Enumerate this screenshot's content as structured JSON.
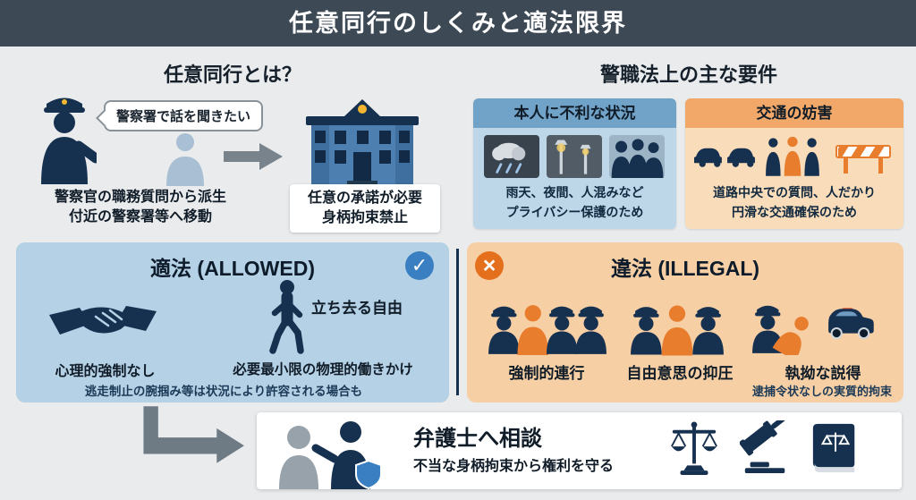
{
  "header": {
    "title": "任意同行のしくみと適法限界"
  },
  "intro": {
    "title": "任意同行とは？",
    "speech_bubble": "警察署で話を聞きたい",
    "desc_line1": "警察官の職務質問から派生",
    "desc_line2": "付近の警察署等へ移動",
    "consent_line1": "任意の承諾が必要",
    "consent_line2": "身柄拘束禁止"
  },
  "requirements": {
    "title": "警職法上の主な要件",
    "cards": [
      {
        "title": "本人に不利な状況",
        "line1": "雨天、夜間、人混みなど",
        "line2": "プライバシー保護のため"
      },
      {
        "title": "交通の妨害",
        "line1": "道路中央での質問、人だかり",
        "line2": "円滑な交通確保のため"
      }
    ]
  },
  "allowed": {
    "title": "適法 (ALLOWED)",
    "item_psych": "心理的強制なし",
    "item_leave": "立ち去る自由",
    "item_minimal": "必要最小限の物理的働きかけ",
    "note": "逃走制止の腕掴み等は状況により許容される場合も"
  },
  "illegal": {
    "title": "違法 (ILLEGAL)",
    "item_force": "強制的連行",
    "item_will": "自由意思の抑圧",
    "item_persuasion": "執拗な説得",
    "note": "逮捕令状なしの実質的拘束"
  },
  "consult": {
    "title": "弁護士へ相談",
    "desc": "不当な身柄拘束から権利を守る"
  },
  "icons": {
    "check": "✓",
    "cross": "×"
  },
  "colors": {
    "header_bg": "#3d4954",
    "navy": "#16304f",
    "panel_blue": "#b5d1e6",
    "panel_orange": "#f6cfa5",
    "card_blue_header": "#71a3c8",
    "card_orange_header": "#f1a869",
    "check_blue": "#3a7fc1",
    "cross_orange": "#e4701e",
    "figure_orange": "#e87d2e"
  }
}
